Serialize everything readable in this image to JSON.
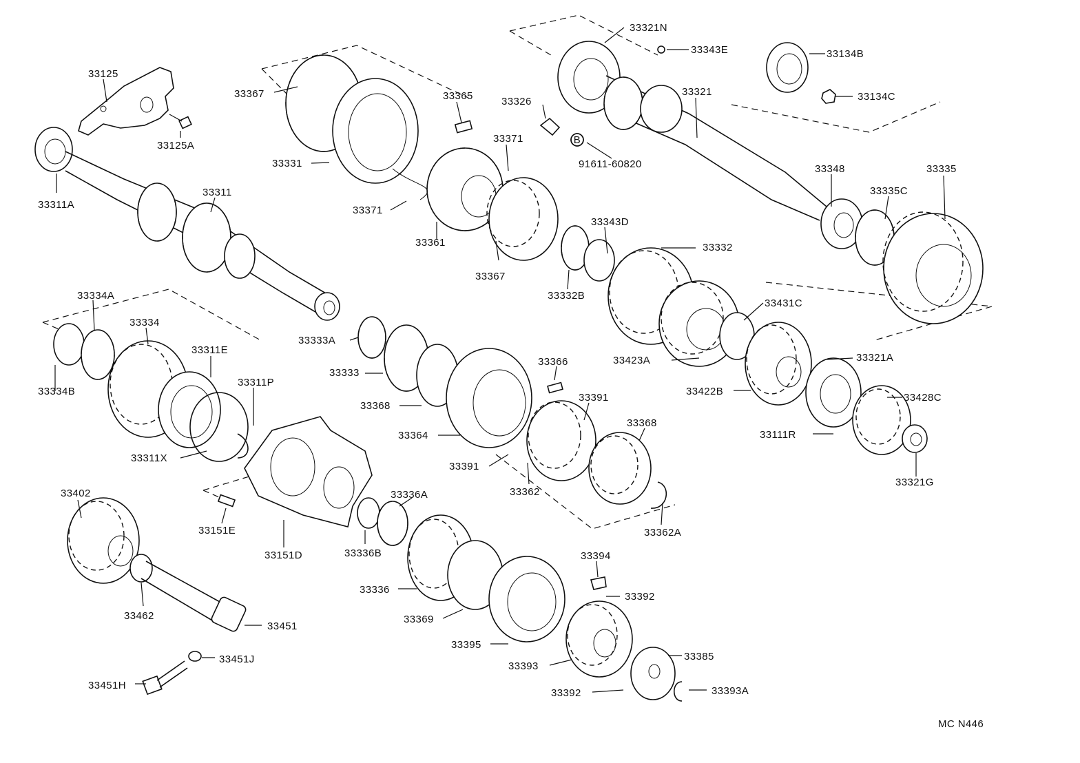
{
  "diagram": {
    "code": "MC N446",
    "callout_b": "B",
    "labels": [
      "33125",
      "33125A",
      "33311A",
      "33311",
      "33367",
      "33331",
      "33371",
      "33365",
      "33371",
      "33361",
      "33367",
      "33326",
      "91611-60820",
      "33321N",
      "33343E",
      "33321",
      "33134B",
      "33134C",
      "33348",
      "33335C",
      "33335",
      "33343D",
      "33332",
      "33332B",
      "33431C",
      "33423A",
      "33321A",
      "33422B",
      "33428C",
      "33111R",
      "33321G",
      "33334A",
      "33334",
      "33311E",
      "33334B",
      "33311P",
      "33311X",
      "33333A",
      "33333",
      "33368",
      "33364",
      "33366",
      "33391",
      "33368",
      "33391",
      "33362",
      "33362A",
      "33151E",
      "33151D",
      "33402",
      "33462",
      "33451",
      "33451J",
      "33451H",
      "33336A",
      "33336B",
      "33336",
      "33369",
      "33395",
      "33394",
      "33392",
      "33393",
      "33385",
      "33392",
      "33393A"
    ]
  }
}
